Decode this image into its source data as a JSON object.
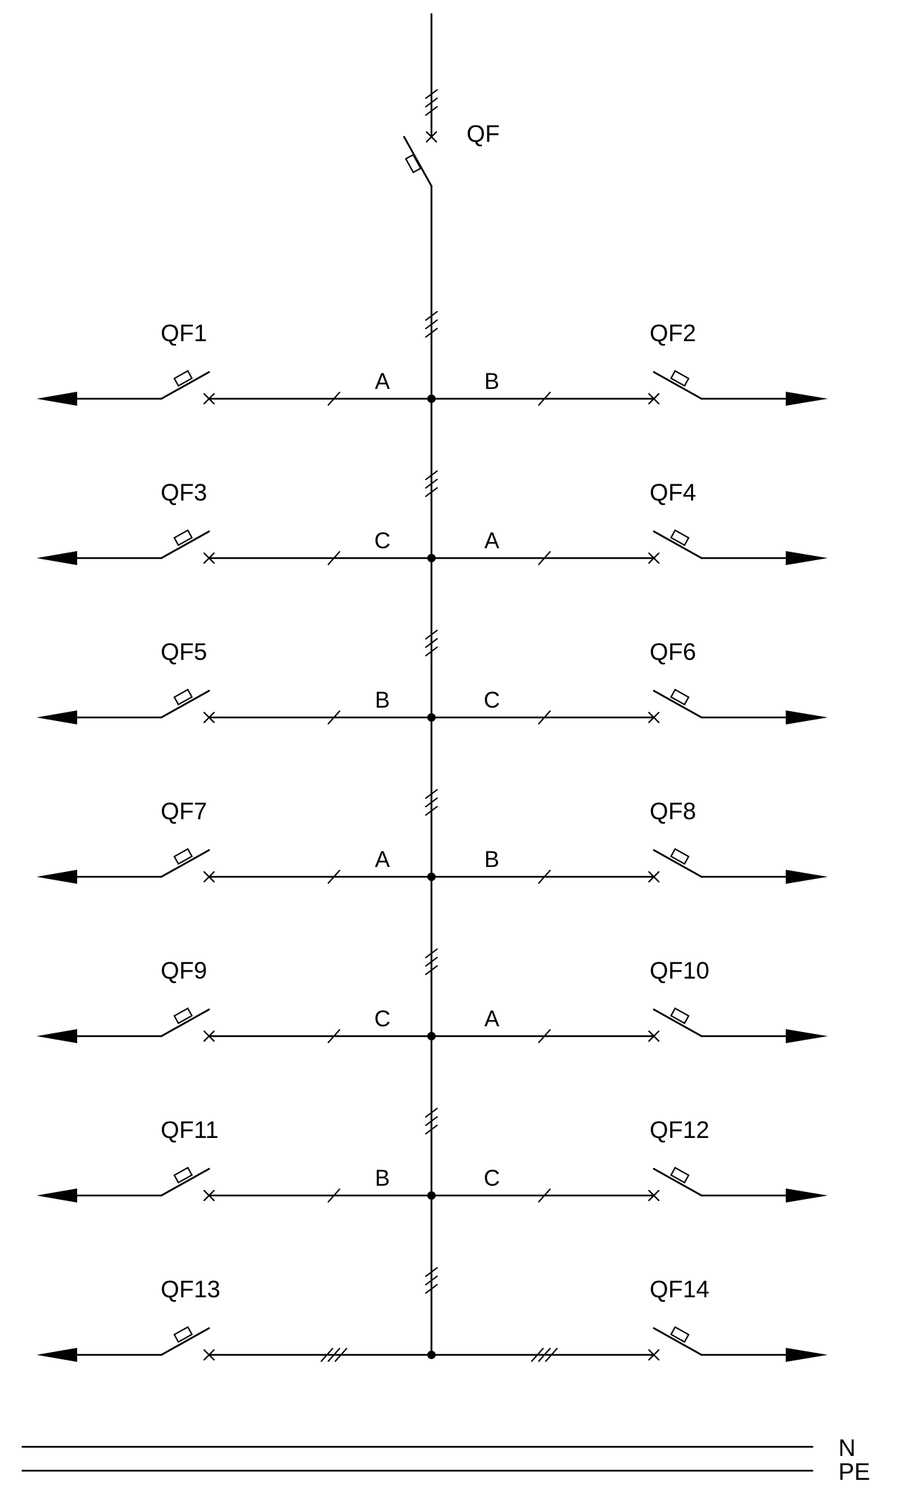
{
  "main_breaker": {
    "label": "QF"
  },
  "rows": [
    {
      "left": {
        "label": "QF1",
        "phase": "A"
      },
      "right": {
        "label": "QF2",
        "phase": "B"
      },
      "ticks": 1
    },
    {
      "left": {
        "label": "QF3",
        "phase": "C"
      },
      "right": {
        "label": "QF4",
        "phase": "A"
      },
      "ticks": 1
    },
    {
      "left": {
        "label": "QF5",
        "phase": "B"
      },
      "right": {
        "label": "QF6",
        "phase": "C"
      },
      "ticks": 1
    },
    {
      "left": {
        "label": "QF7",
        "phase": "A"
      },
      "right": {
        "label": "QF8",
        "phase": "B"
      },
      "ticks": 1
    },
    {
      "left": {
        "label": "QF9",
        "phase": "C"
      },
      "right": {
        "label": "QF10",
        "phase": "A"
      },
      "ticks": 1
    },
    {
      "left": {
        "label": "QF11",
        "phase": "B"
      },
      "right": {
        "label": "QF12",
        "phase": "C"
      },
      "ticks": 1
    },
    {
      "left": {
        "label": "QF13",
        "phase": ""
      },
      "right": {
        "label": "QF14",
        "phase": ""
      },
      "ticks": 3
    }
  ],
  "bus_lines": [
    {
      "label": "N"
    },
    {
      "label": "PE"
    }
  ]
}
